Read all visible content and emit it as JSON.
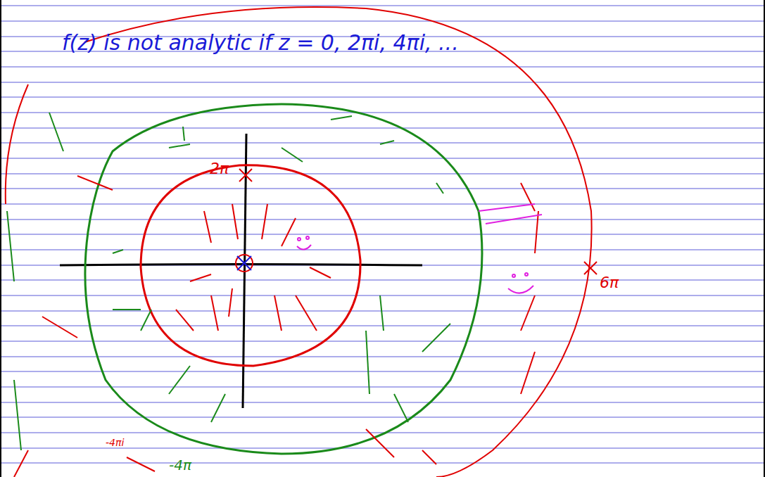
{
  "diagram": {
    "labels": [
      "f(z) is not analytic if z = 0, 2πi, 4πi, ...",
      "2π",
      "6π",
      "-4πi",
      "-4π"
    ]
  }
}
